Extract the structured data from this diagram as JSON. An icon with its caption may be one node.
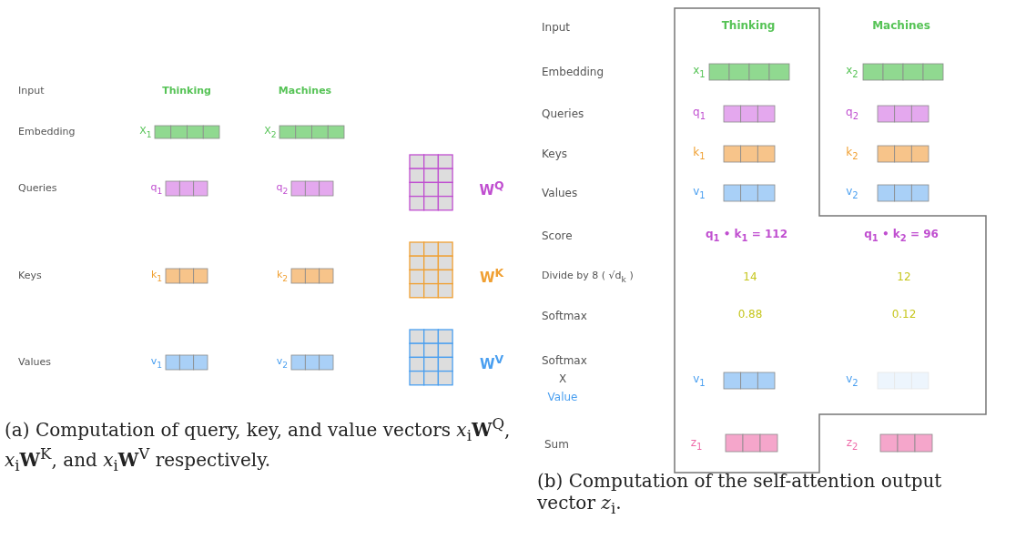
{
  "diagram": {
    "labels": [
      "Input",
      "Thinking",
      "Machines",
      "Embedding",
      "X$_{1}$",
      "X$_{2}$",
      "Queries",
      "q$_{1}$",
      "q$_{2}$",
      "W$^{Q}$",
      "Keys",
      "k$_{1}$",
      "k$_{2}$",
      "W$^{K}$",
      "Values",
      "v$_{1}$",
      "v$_{2}$",
      "W$^{V}$",
      "(a) Computation of query, key, and value vectors *x*$_{i}$**W**$^{Q}$, *x*$_{i}$**W**$^{K}$, and *x*$_{i}$**W**$^{V}$ respectively.",
      "Input",
      "Thinking",
      "Machines",
      "Embedding",
      "x$_{1}$",
      "x$_{2}$",
      "Queries",
      "q$_{1}$",
      "q$_{2}$",
      "Keys",
      "k$_{1}$",
      "k$_{2}$",
      "Values",
      "v$_{1}$",
      "v$_{2}$",
      "Score",
      "q$_{1}$ • k$_{1}$ = 112",
      "q$_{1}$ • k$_{2}$ = 96",
      "Divide by 8 ( √d$_{k}$ )",
      "14",
      "12",
      "Softmax",
      "0.88",
      "0.12",
      "Softmax",
      "X",
      "Value",
      "v$_{1}$",
      "v$_{2}$",
      "Sum",
      "z$_{1}$",
      "z$_{2}$",
      "(b) Computation of the self-attention output vector *z*$_{i}$."
    ]
  }
}
